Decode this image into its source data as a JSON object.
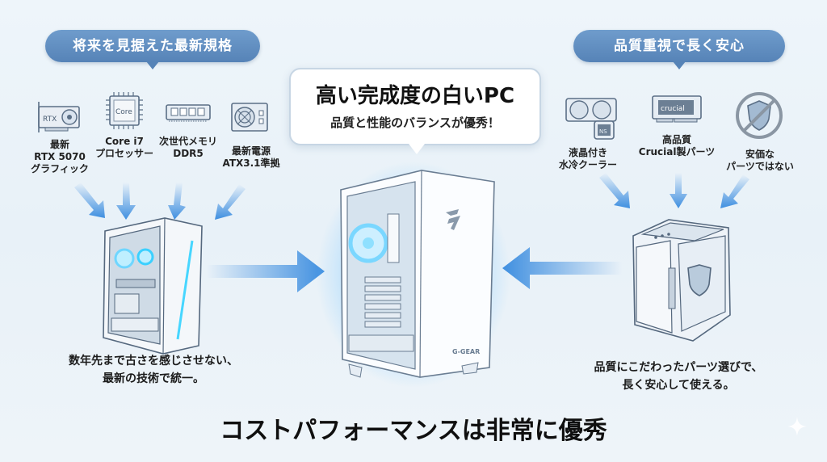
{
  "left_section": {
    "heading": "将来を見据えた最新規格",
    "items": [
      {
        "icon": "graphics-card-icon",
        "icon_text": "RTX",
        "label_lines": [
          "最新",
          "RTX 5070",
          "グラフィック"
        ]
      },
      {
        "icon": "cpu-icon",
        "icon_text": "Core",
        "label_lines": [
          "Core i7",
          "プロセッサー"
        ]
      },
      {
        "icon": "memory-icon",
        "label_lines": [
          "次世代メモリ",
          "DDR5"
        ]
      },
      {
        "icon": "power-supply-icon",
        "label_lines": [
          "最新電源",
          "ATX3.1準拠"
        ]
      }
    ],
    "description_lines": [
      "数年先まで古さを感じさせない、",
      "最新の技術で統一。"
    ]
  },
  "center": {
    "callout_title": "高い完成度の白いPC",
    "callout_subtitle": "品質と性能のバランスが優秀！",
    "brand_label": "G-GEAR"
  },
  "right_section": {
    "heading": "品質重視で長く安心",
    "items": [
      {
        "icon": "liquid-cooler-icon",
        "icon_text": "NS",
        "label_lines": [
          "液晶付き",
          "水冷クーラー"
        ]
      },
      {
        "icon": "crucial-ssd-icon",
        "icon_text": "crucial",
        "label_lines": [
          "高品質",
          "Crucial製パーツ"
        ]
      },
      {
        "icon": "no-cheap-parts-icon",
        "label_lines": [
          "安価な",
          "パーツではない"
        ]
      }
    ],
    "description_lines": [
      "品質にこだわったパーツ選びで、",
      "長く安心して使える。"
    ]
  },
  "bottom_title": "コストパフォーマンスは非常に優秀",
  "colors": {
    "accent_blue": "#3f8fe0",
    "pill_blue": "#5e8cc0",
    "glow": "#8fd0ff"
  }
}
